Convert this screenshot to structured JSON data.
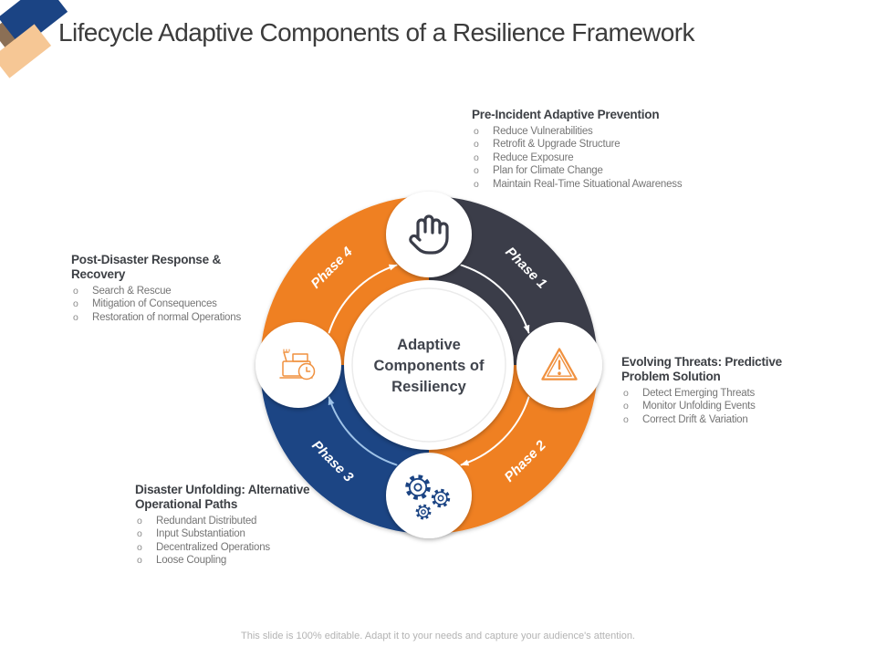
{
  "slide": {
    "title": "Lifecycle Adaptive Components of a Resilience Framework",
    "footer": "This slide is 100% editable. Adapt it to your needs and capture your audience's attention."
  },
  "bullet_marker": "o",
  "center": {
    "lines": [
      "Adaptive",
      "Components of",
      "Resiliency"
    ]
  },
  "phases": [
    {
      "label": "Phase 1",
      "color": "#3A3D49"
    },
    {
      "label": "Phase 2",
      "color": "#EF8022"
    },
    {
      "label": "Phase 3",
      "color": "#1B4484"
    },
    {
      "label": "Phase 4",
      "color": "#EF8022"
    }
  ],
  "icons": {
    "top": "hand-stop",
    "right": "warning-triangle",
    "bottom": "gears",
    "left": "machine-clock"
  },
  "sections": {
    "pre_incident": {
      "title": "Pre-Incident Adaptive Prevention",
      "items": [
        "Reduce Vulnerabilities",
        "Retrofit & Upgrade Structure",
        "Reduce Exposure",
        "Plan for Climate Change",
        "Maintain Real-Time Situational Awareness"
      ]
    },
    "post_disaster": {
      "title": "Post-Disaster Response & Recovery",
      "items": [
        "Search & Rescue",
        "Mitigation of Consequences",
        "Restoration of normal Operations"
      ]
    },
    "evolving_threats": {
      "title": "Evolving Threats: Predictive Problem Solution",
      "items": [
        "Detect Emerging Threats",
        "Monitor Unfolding Events",
        "Correct Drift & Variation"
      ]
    },
    "disaster_unfolding": {
      "title": "Disaster Unfolding: Alternative Operational Paths",
      "items": [
        "Redundant Distributed",
        "Input Substantiation",
        "Decentralized Operations",
        "Loose Coupling"
      ]
    }
  },
  "colors": {
    "charcoal": "#3A3D49",
    "orange": "#EF8022",
    "navy": "#1B4484",
    "icon_orange": "#F0913F",
    "peach": "#F6C795",
    "brown": "#8B6F55",
    "header_text": "#3D4045",
    "body_text": "#757575",
    "footer_text": "#B3B3B3"
  }
}
